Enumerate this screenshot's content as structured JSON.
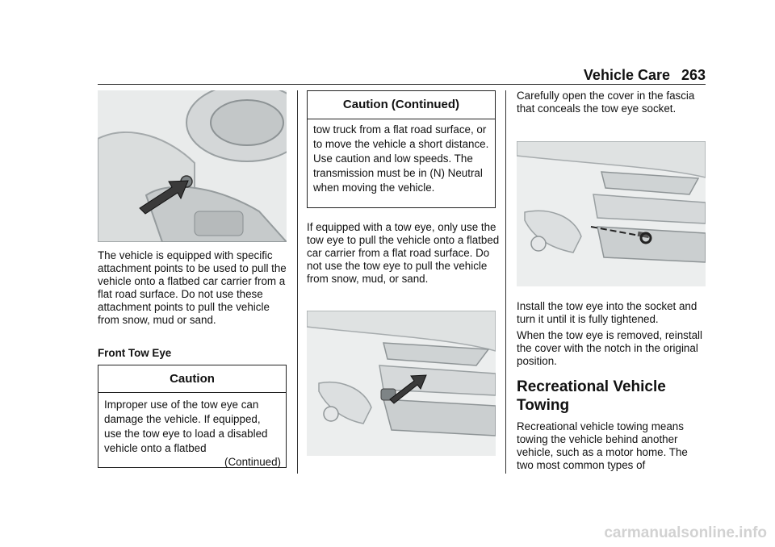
{
  "header": {
    "title": "Vehicle Care",
    "page": "263"
  },
  "col1": {
    "paragraph1": "The vehicle is equipped with specific attachment points to be used to pull the vehicle onto a flatbed car carrier from a flat road surface. Do not use these attachment points to pull the vehicle from snow, mud or sand.",
    "subheading": "Front Tow Eye",
    "caution": {
      "title": "Caution",
      "body": "Improper use of the tow eye can damage the vehicle. If equipped, use the tow eye to load a disabled vehicle onto a flatbed",
      "continued": "(Continued)"
    }
  },
  "col2": {
    "caution": {
      "title": "Caution  (Continued)",
      "body": "tow truck from a flat road surface, or to move the vehicle a short distance. Use caution and low speeds. The transmission must be in (N) Neutral when moving the vehicle."
    },
    "paragraph1": "If equipped with a tow eye, only use the tow eye to pull the vehicle onto a flatbed car carrier from a flat road surface. Do not use the tow eye to pull the vehicle from snow, mud, or sand."
  },
  "col3": {
    "paragraph1": "Carefully open the cover in the fascia that conceals the tow eye socket.",
    "paragraph2": "Install the tow eye into the socket and turn it until it is fully tightened.",
    "paragraph3": "When the tow eye is removed, reinstall the cover with the notch in the original position.",
    "section_heading": "Recreational Vehicle Towing",
    "paragraph4": "Recreational vehicle towing means towing the vehicle behind another vehicle, such as a motor home. The two most common types of"
  },
  "watermark": "carmanualsonline.info"
}
